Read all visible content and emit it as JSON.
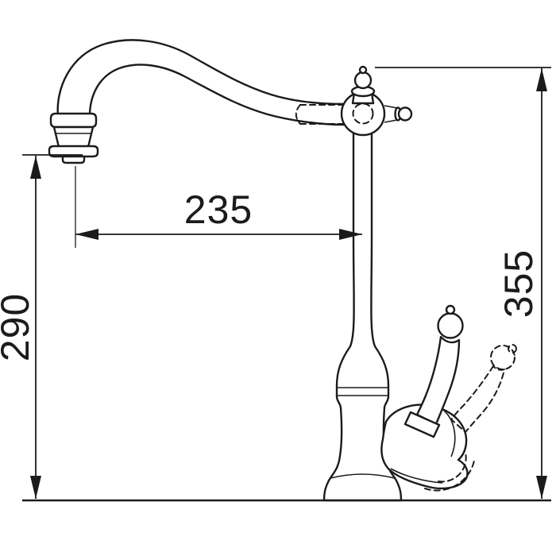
{
  "page": {
    "background": "#ffffff",
    "kind": "technical dimension drawing",
    "subject": "single-lever kitchen faucet with curved swan-neck spout, side view"
  },
  "drawing": {
    "line_color": "#1b1b1b",
    "dimensions": {
      "spout_reach": {
        "value": "235",
        "orientation": "horizontal",
        "measures": "spout outlet to faucet axis"
      },
      "outlet_height": {
        "value": "290",
        "orientation": "vertical-left",
        "measures": "spout outlet height above base"
      },
      "total_height": {
        "value": "355",
        "orientation": "vertical-right",
        "measures": "overall faucet height"
      }
    }
  }
}
